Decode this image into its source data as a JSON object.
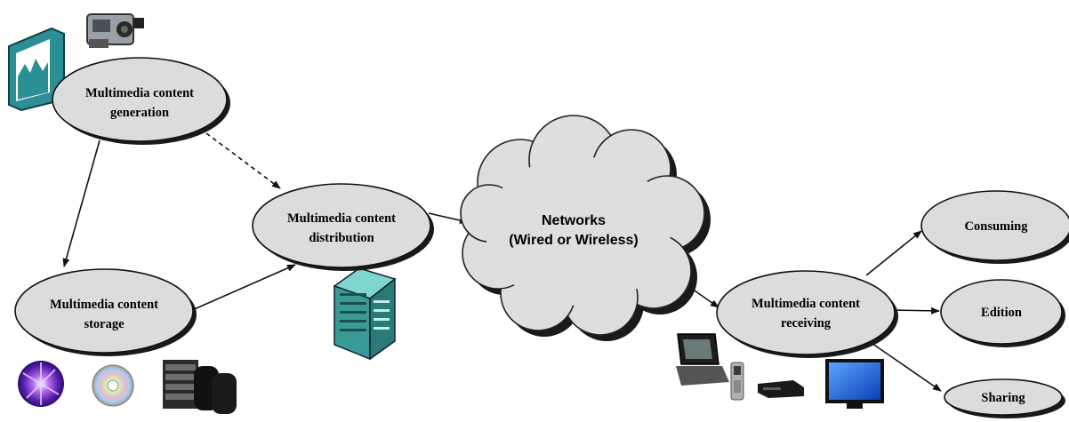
{
  "nodes": {
    "generation": {
      "line1": "Multimedia content",
      "line2": "generation"
    },
    "storage": {
      "line1": "Multimedia content",
      "line2": "storage"
    },
    "distribution": {
      "line1": "Multimedia content",
      "line2": "distribution"
    },
    "receiving": {
      "line1": "Multimedia content",
      "line2": "receiving"
    },
    "consuming": {
      "label": "Consuming"
    },
    "edition": {
      "label": "Edition"
    },
    "sharing": {
      "label": "Sharing"
    }
  },
  "network": {
    "line1": "Networks",
    "line2": "(Wired or Wireless)"
  },
  "icons": {
    "generation": [
      "photo-stack-icon",
      "video-camera-icon"
    ],
    "storage": [
      "memory-chip-icon",
      "optical-disc-icon",
      "server-rack-icon"
    ],
    "distribution": [
      "server-tower-icon"
    ],
    "receiving": [
      "laptop-icon",
      "mobile-phone-icon",
      "set-top-box-icon",
      "flat-screen-tv-icon"
    ]
  },
  "colors": {
    "node_fill": "#dcdcdc",
    "cloud_fill": "#dedede",
    "shadow": "#1a1a1a",
    "server_teal": "#3a9a96"
  }
}
